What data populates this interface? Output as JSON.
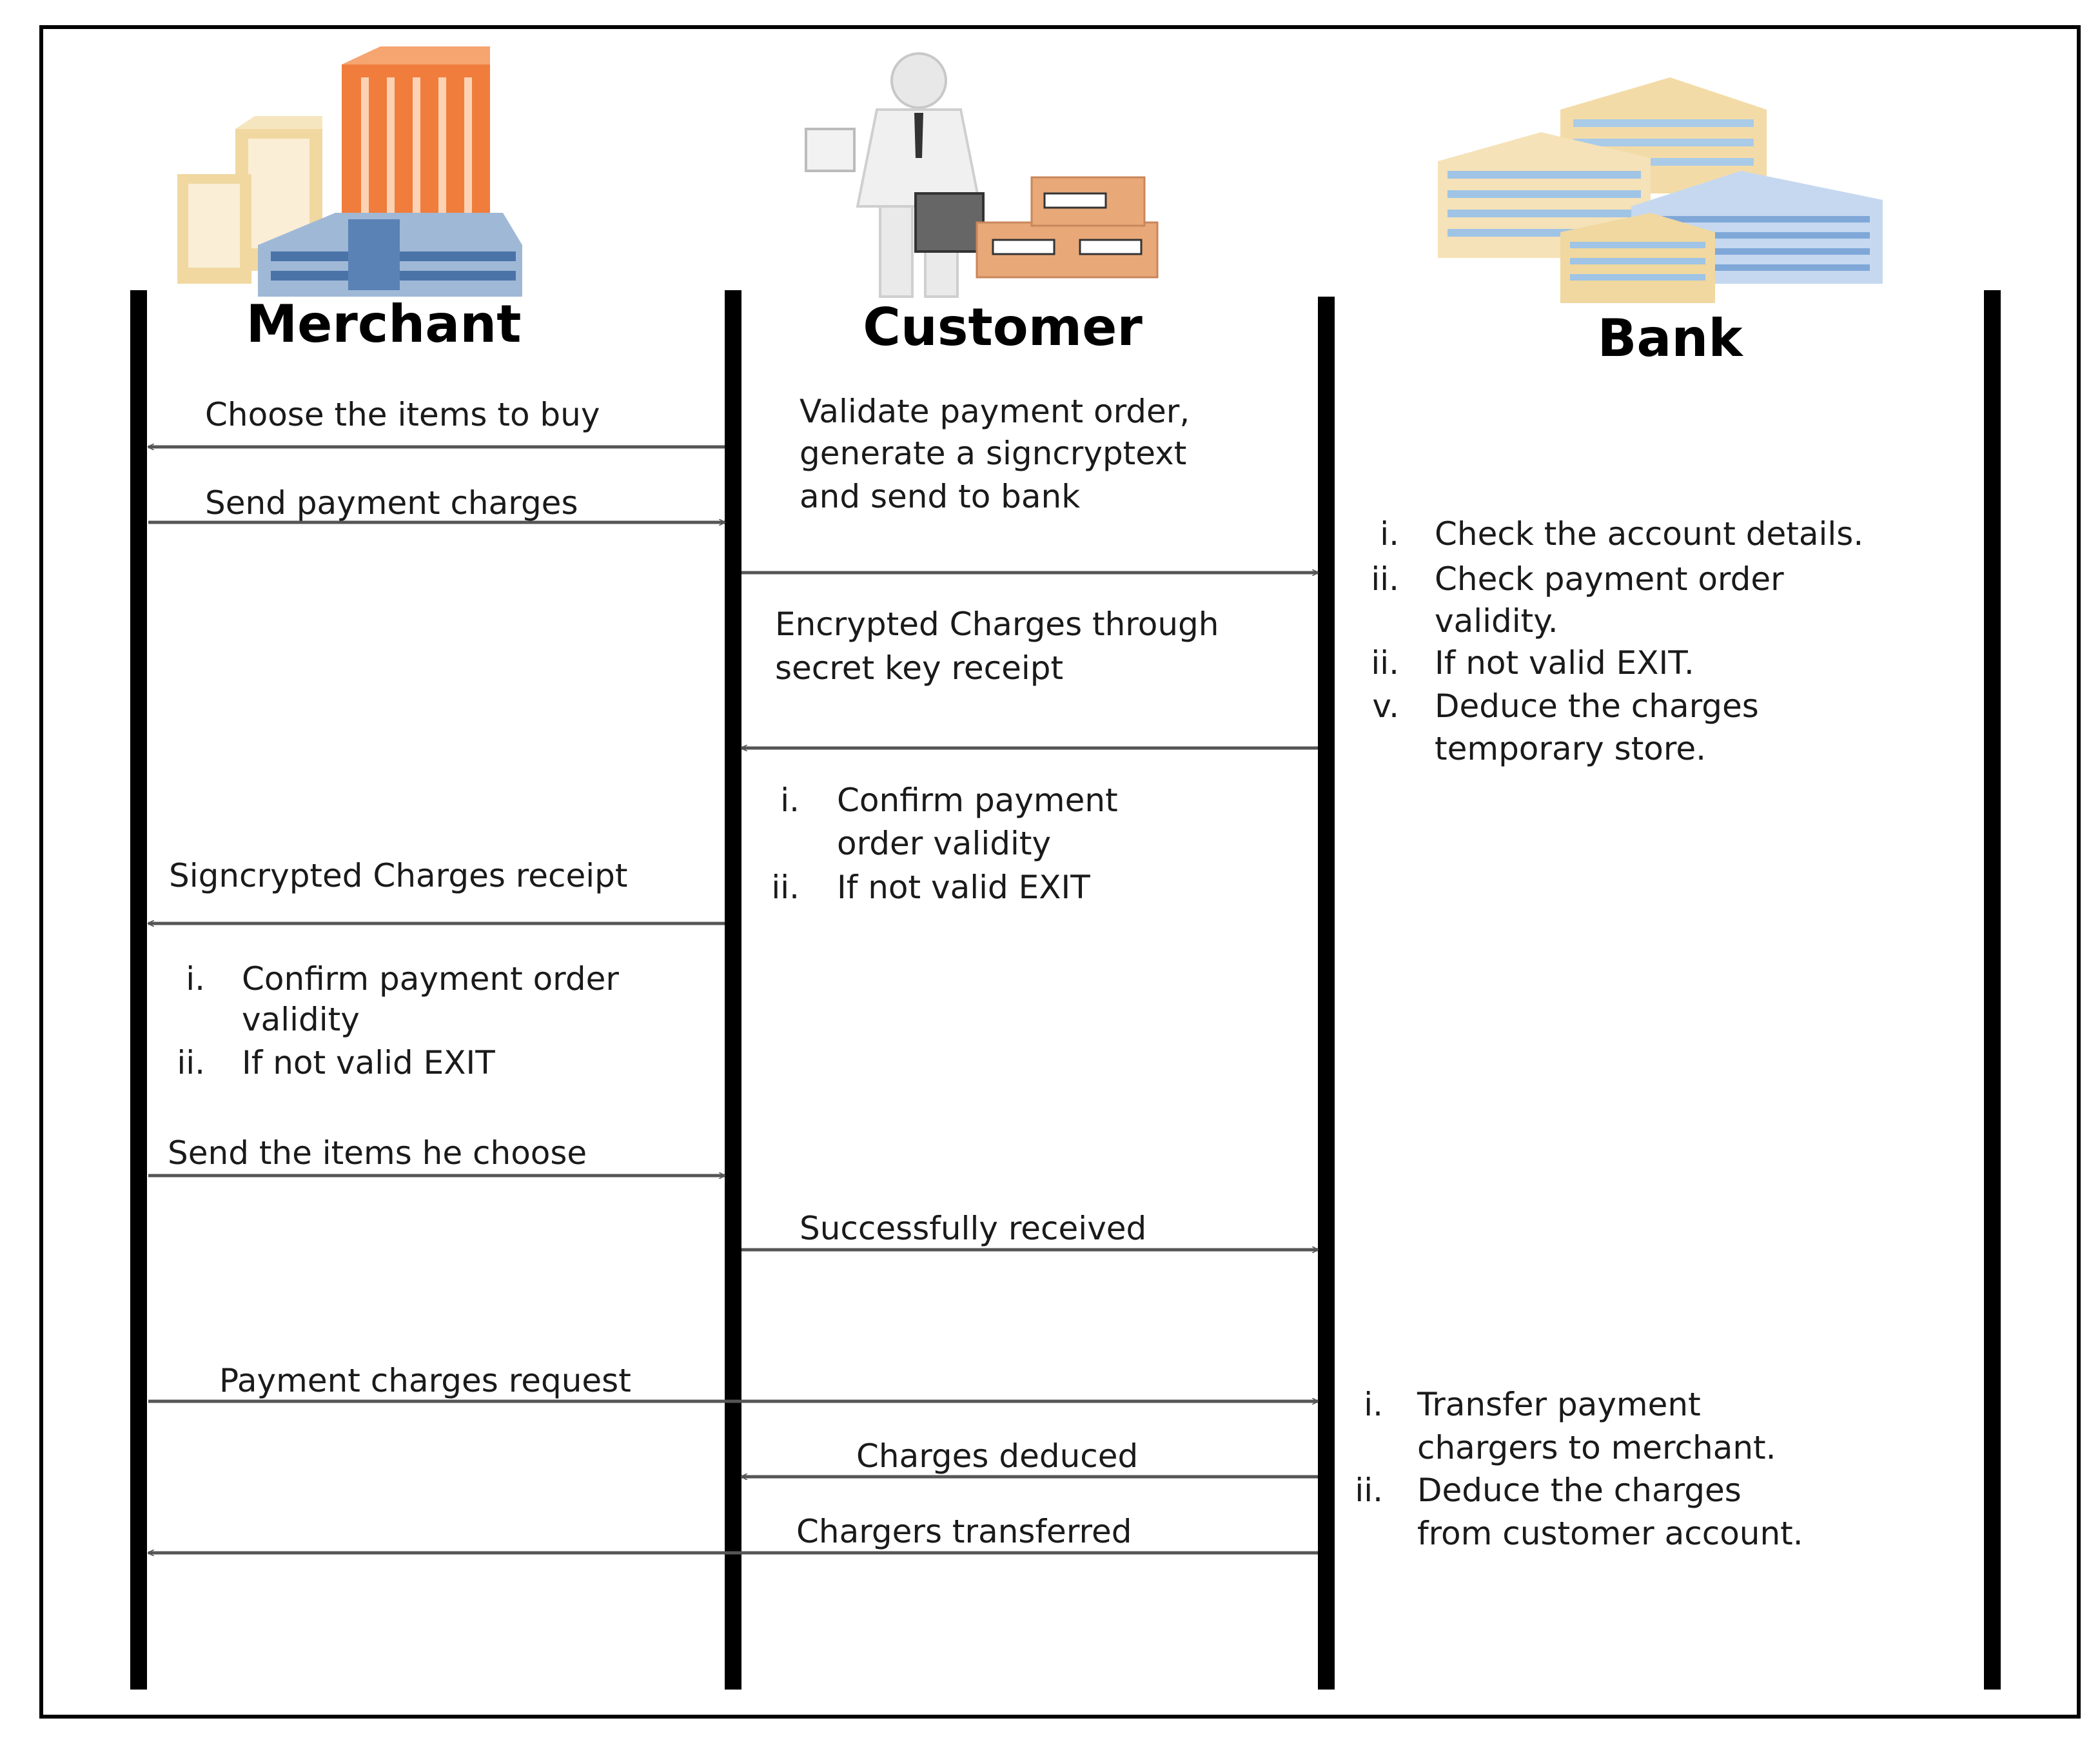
{
  "actors": {
    "merchant": "Merchant",
    "customer": "Customer",
    "bank": "Bank"
  },
  "icons": {
    "merchant": "office-buildings-icon",
    "customer": "businessman-with-boxes-icon",
    "bank": "bank-buildings-icon"
  },
  "colors": {
    "line": "#000000",
    "arrow": "#555555",
    "text": "#1a1a1a",
    "building_orange": "#f07d3c",
    "building_tan": "#f0d8a0",
    "building_blue": "#b8d4ec",
    "box": "#e8a878"
  },
  "messages": [
    {
      "text": "Choose the items to buy"
    },
    {
      "text": "Send payment charges"
    },
    {
      "text": ""
    },
    {
      "text": "Encrypted Charges through secret key receipt"
    },
    {
      "text": "Signcrypted Charges receipt"
    },
    {
      "text": "Send the items he choose"
    },
    {
      "text": "Successfully received"
    },
    {
      "text": "Payment charges request"
    },
    {
      "text": "Charges deduced"
    },
    {
      "text": "Chargers transferred"
    }
  ],
  "notes": {
    "customer_validate": [
      "Validate payment order,",
      "generate a signcryptext",
      "and send to bank"
    ],
    "bank_check": [
      {
        "marker": "i.",
        "lines": [
          "Check the account details."
        ]
      },
      {
        "marker": "ii.",
        "lines": [
          "Check payment order",
          "validity."
        ]
      },
      {
        "marker": "ii.",
        "lines": [
          "If not valid EXIT."
        ]
      },
      {
        "marker": "v.",
        "lines": [
          "Deduce the charges",
          "temporary store."
        ]
      }
    ],
    "customer_confirm": [
      {
        "marker": "i.",
        "lines": [
          "Confirm  payment",
          "order validity"
        ]
      },
      {
        "marker": "ii.",
        "lines": [
          "If not valid EXIT"
        ]
      }
    ],
    "merchant_confirm": [
      {
        "marker": "i.",
        "lines": [
          "Confirm  payment order",
          "validity"
        ]
      },
      {
        "marker": "ii.",
        "lines": [
          "If not valid EXIT"
        ]
      }
    ],
    "bank_transfer": [
      {
        "marker": "i.",
        "lines": [
          "Transfer payment",
          "chargers to merchant."
        ]
      },
      {
        "marker": "ii.",
        "lines": [
          "Deduce the charges",
          "from customer account."
        ]
      }
    ]
  }
}
